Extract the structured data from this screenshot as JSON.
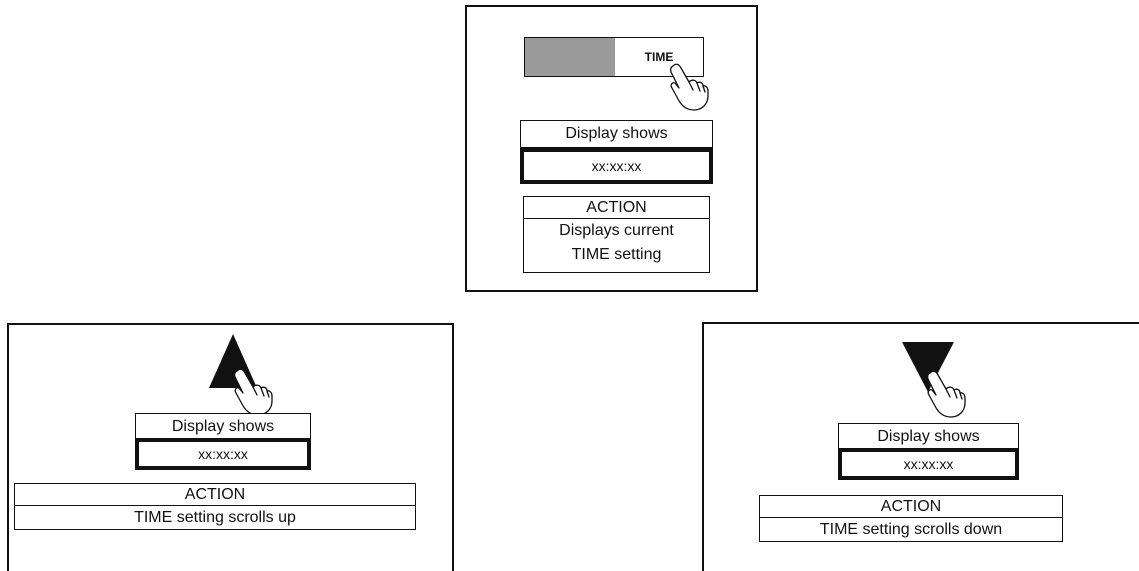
{
  "panels": {
    "top": {
      "button_label": "TIME",
      "display_label": "Display shows",
      "display_value": "xx:xx:xx",
      "action_heading": "ACTION",
      "action_line1": "Displays current",
      "action_line2": "TIME setting"
    },
    "left": {
      "display_label": "Display shows",
      "display_value": "xx:xx:xx",
      "action_heading": "ACTION",
      "action_text": "TIME setting scrolls up"
    },
    "right": {
      "display_label": "Display shows",
      "display_value": "xx:xx:xx",
      "action_heading": "ACTION",
      "action_text": "TIME setting scrolls down"
    }
  },
  "icons": {
    "pointer": "pointing-hand-icon",
    "up": "triangle-up-icon",
    "down": "triangle-down-icon"
  },
  "colors": {
    "ink": "#111111",
    "button_gray": "#9a9a9a",
    "background": "#ffffff"
  }
}
